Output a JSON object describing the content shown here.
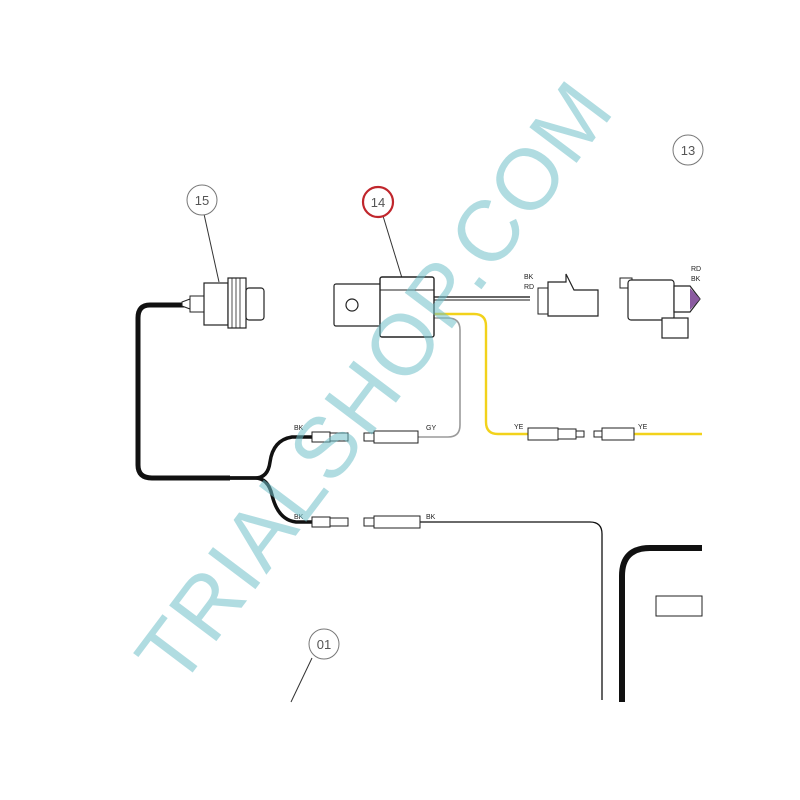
{
  "callouts": {
    "c13": "13",
    "c14": "14",
    "c15": "15",
    "c01": "01"
  },
  "labels": {
    "bk_top": "BK",
    "gy": "GY",
    "bk_bottom_left": "BK",
    "bk_bottom_right": "BK",
    "relay_bk": "BK",
    "relay_rd": "RD",
    "conn_rd": "RD",
    "conn_bk": "BK",
    "ye_left": "YE",
    "ye_right": "YE"
  },
  "watermark": "TRIALSHOP.COM",
  "colors": {
    "highlight_callout": "#c0262c",
    "yellow_wire": "#f2d21b",
    "gray_wire": "#9a9a9a",
    "watermark": "#6fc0c8"
  }
}
